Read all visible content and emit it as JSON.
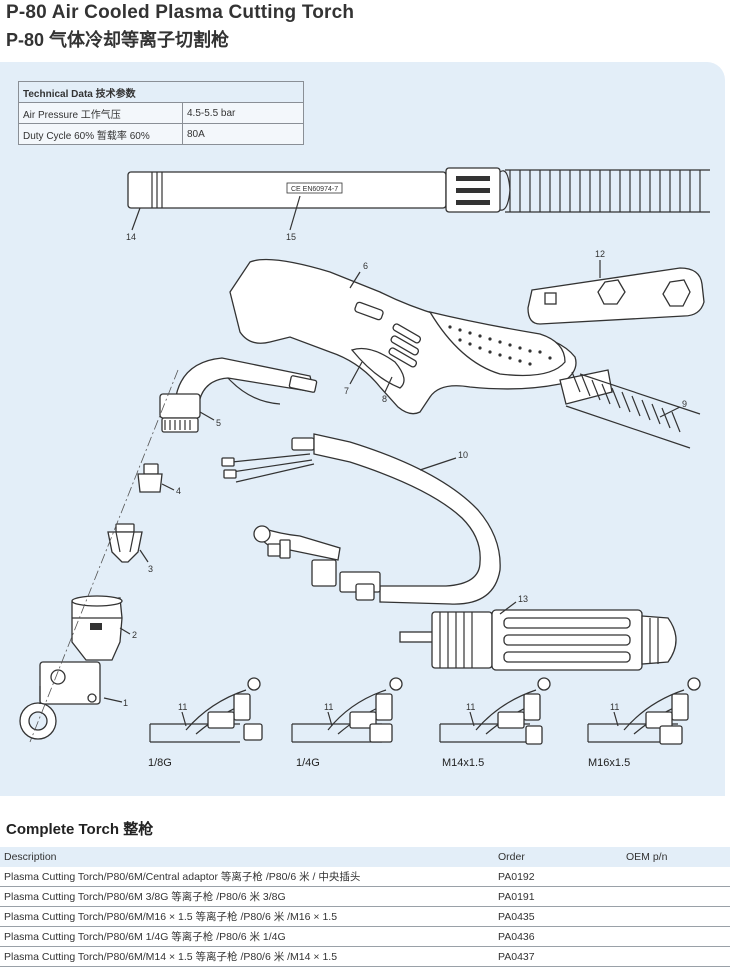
{
  "title_en": "P-80 Air Cooled Plasma Cutting Torch",
  "title_cn": "P-80 气体冷却等离子切割枪",
  "tech": {
    "header": "Technical Data 技术参数",
    "rows": [
      {
        "label": "Air Pressure 工作气压",
        "value": "4.5-5.5 bar"
      },
      {
        "label": "Duty Cycle 60% 暂载率 60%",
        "value": "80A"
      }
    ]
  },
  "drawing": {
    "marking": "CE EN60974-7",
    "part_numbers": [
      "1",
      "2",
      "3",
      "4",
      "5",
      "6",
      "7",
      "8",
      "9",
      "10",
      "11",
      "12",
      "13",
      "14",
      "15"
    ],
    "variants": [
      "1/8G",
      "1/4G",
      "M14x1.5",
      "M16x1.5"
    ]
  },
  "section_title": "Complete Torch 整枪",
  "table": {
    "headers": [
      "Description",
      "Order",
      "OEM p/n"
    ],
    "rows": [
      {
        "desc": "Plasma Cutting Torch/P80/6M/Central adaptor 等离子枪 /P80/6 米 / 中央插头",
        "order": "PA0192",
        "oem": ""
      },
      {
        "desc": "Plasma Cutting Torch/P80/6M 3/8G 等离子枪 /P80/6 米 3/8G",
        "order": "PA0191",
        "oem": ""
      },
      {
        "desc": "Plasma Cutting Torch/P80/6M/M16 × 1.5 等离子枪 /P80/6 米 /M16 × 1.5",
        "order": "PA0435",
        "oem": ""
      },
      {
        "desc": "Plasma Cutting Torch/P80/6M 1/4G 等离子枪 /P80/6 米 1/4G",
        "order": "PA0436",
        "oem": ""
      },
      {
        "desc": "Plasma Cutting Torch/P80/6M/M14 × 1.5 等离子枪 /P80/6 米 /M14 × 1.5",
        "order": "PA0437",
        "oem": ""
      }
    ]
  }
}
